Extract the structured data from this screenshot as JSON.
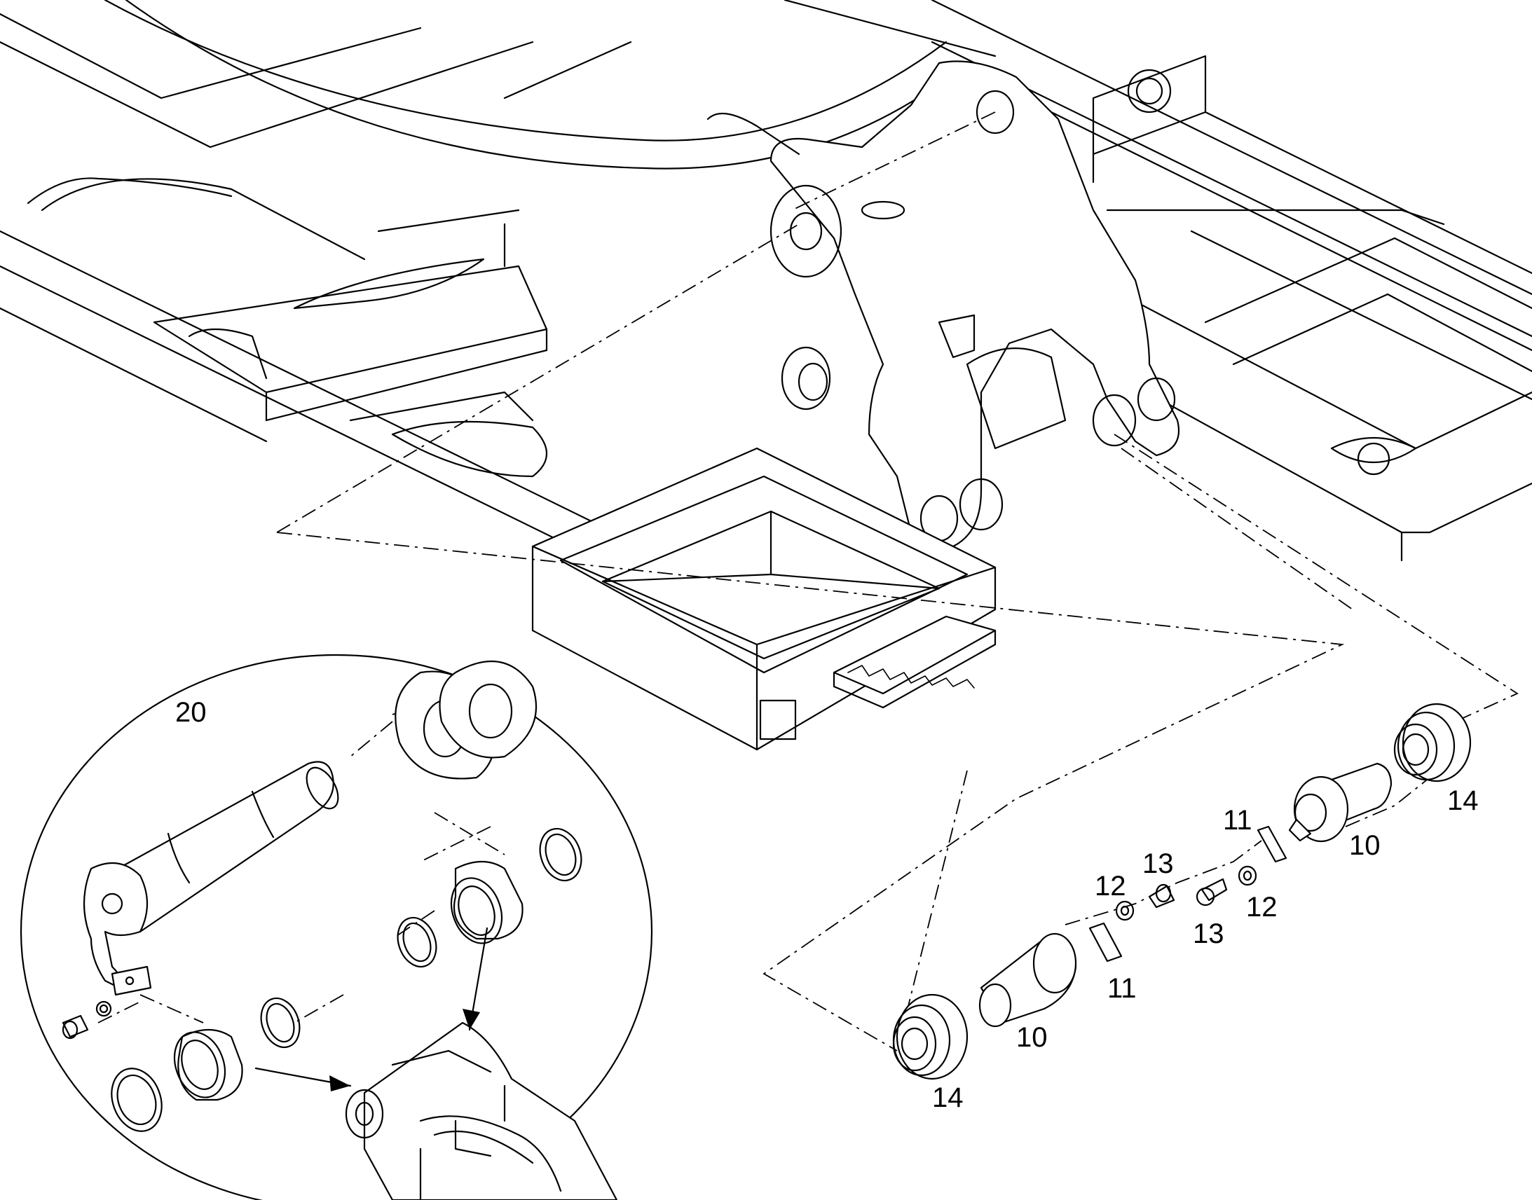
{
  "drawing": {
    "callouts": {
      "c20": "20",
      "c14_right": "14",
      "c14_bottom": "14",
      "c10_right": "10",
      "c10_bottom": "10",
      "c11_top": "11",
      "c11_bottom": "11",
      "c12_left": "12",
      "c12_right": "12",
      "c13_left": "13",
      "c13_right": "13"
    }
  }
}
